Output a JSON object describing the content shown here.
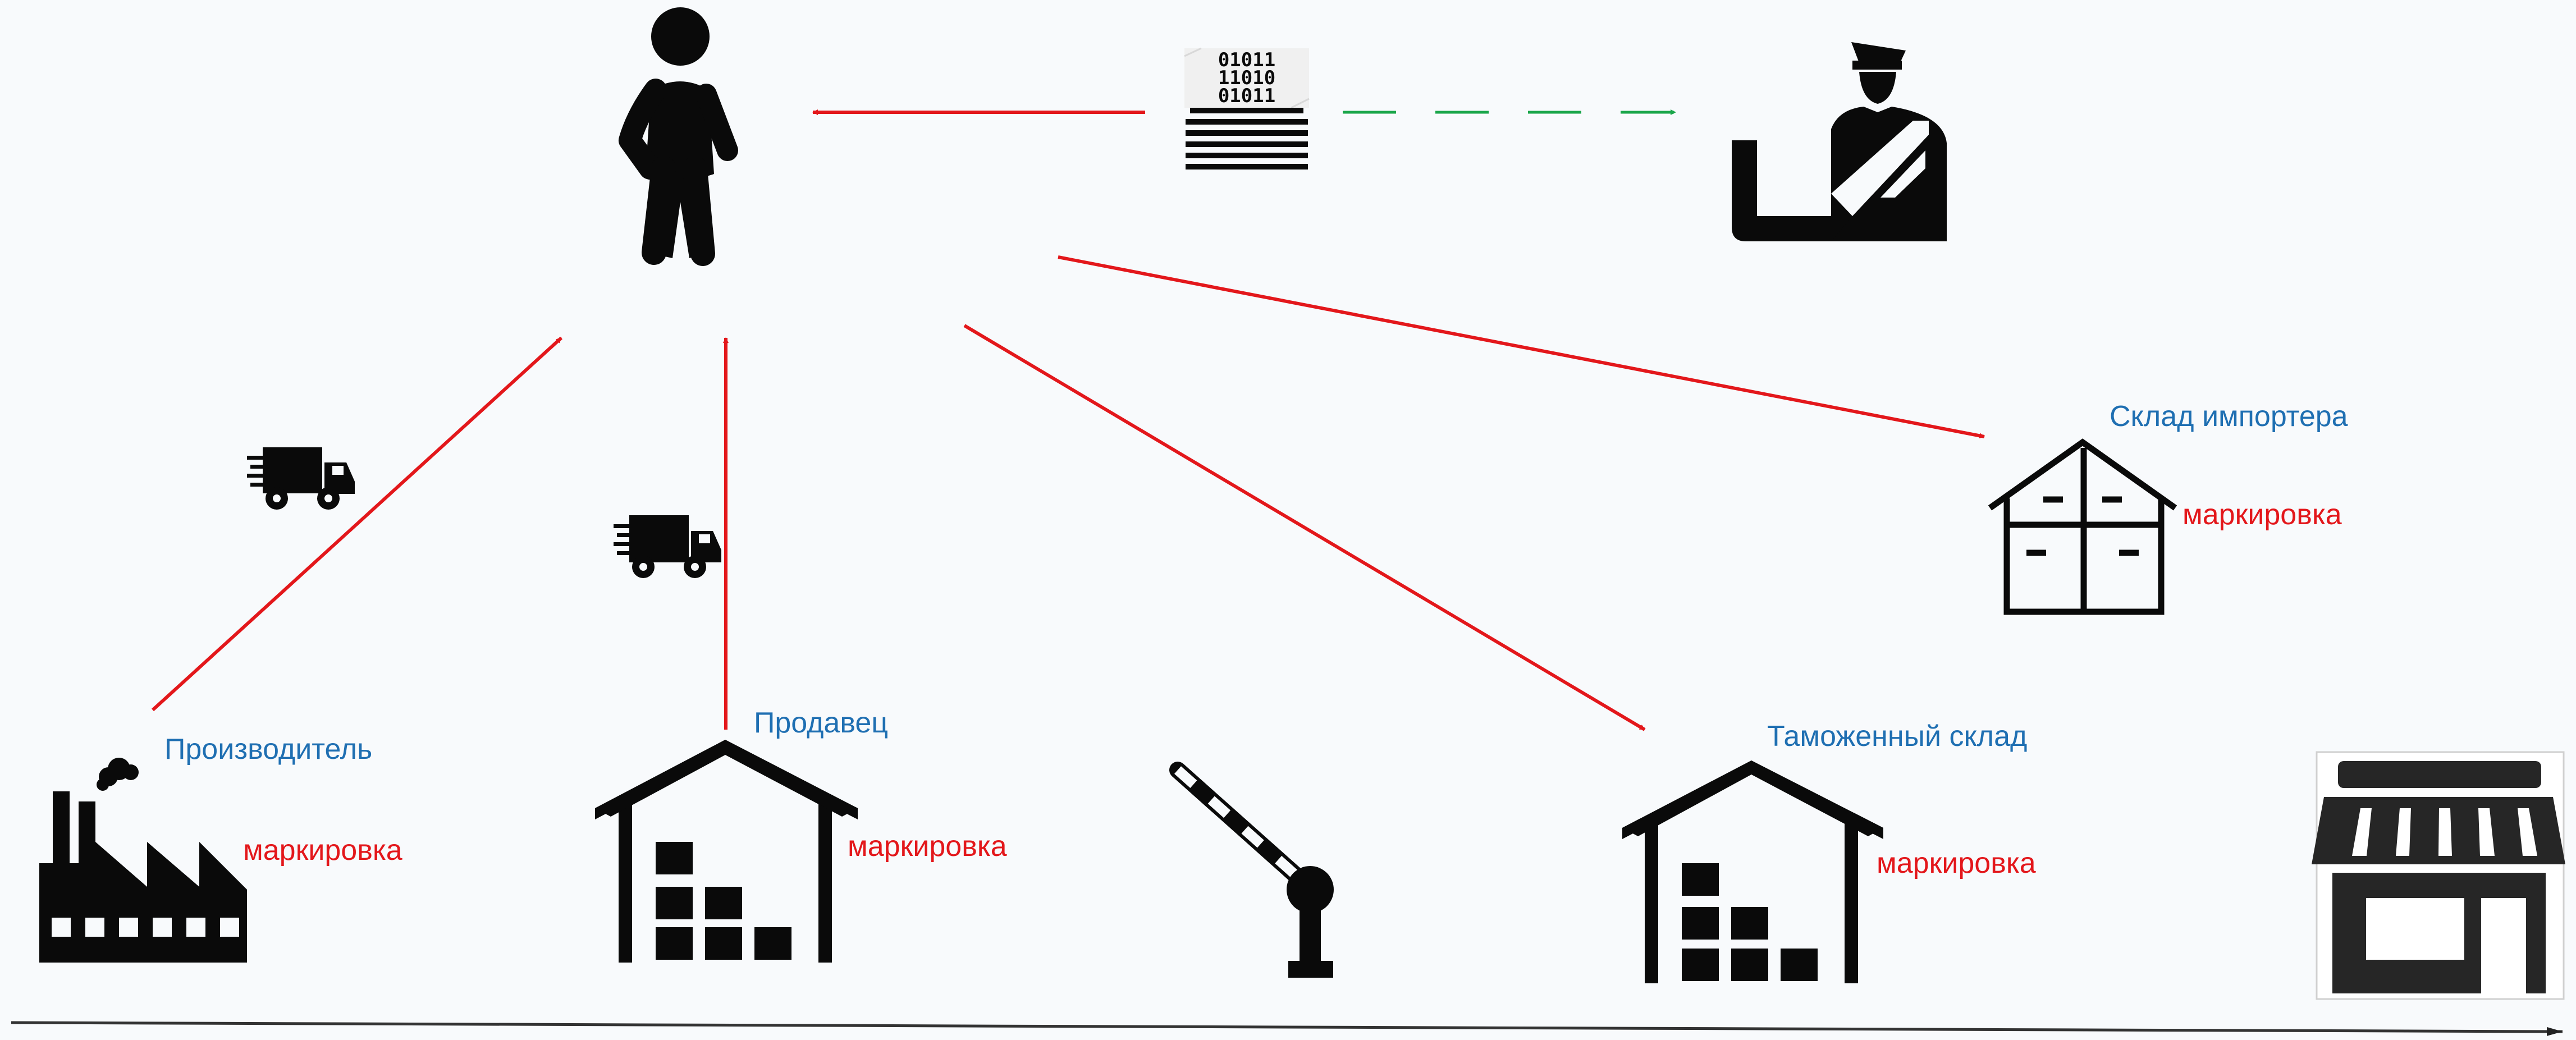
{
  "colors": {
    "background": "#f8fafc",
    "arrow_red": "#e3171b",
    "arrow_green": "#1aa64a",
    "label_blue": "#1f6fb2",
    "label_red": "#e3171b",
    "icon_black": "#0a0a0a"
  },
  "binary_code": [
    "01011",
    "11010",
    "01011"
  ],
  "nodes": {
    "manufacturer": {
      "icon": "factory-icon",
      "name": "Производитель",
      "marking": "маркировка"
    },
    "seller": {
      "icon": "warehouse-icon",
      "name": "Продавец",
      "marking": "маркировка"
    },
    "customs_barrier": {
      "icon": "barrier-gate-icon"
    },
    "customs_warehouse": {
      "icon": "warehouse-icon",
      "name": "Таможенный склад",
      "marking": "маркировка"
    },
    "importer_warehouse": {
      "icon": "house-storage-icon",
      "name": "Склад импортера",
      "marking": "маркировка"
    },
    "store": {
      "icon": "storefront-icon"
    },
    "person": {
      "icon": "person-icon"
    },
    "customs_officer": {
      "icon": "customs-officer-icon"
    },
    "data": {
      "icon": "binary-data-icon"
    },
    "trucks": [
      "truck-icon",
      "truck-icon"
    ]
  }
}
